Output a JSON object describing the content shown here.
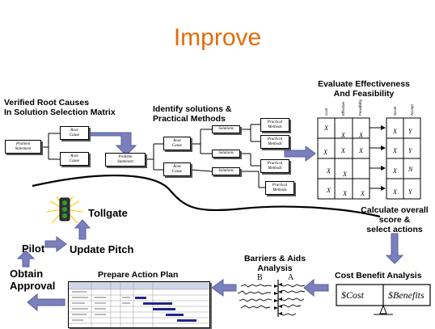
{
  "title": "Improve",
  "steps": {
    "verified": "Verified Root Causes\nIn Solution Selection Matrix",
    "identify": "Identify solutions &\nPractical Methods",
    "evaluate": "Evaluate Effectiveness\nAnd Feasibility",
    "calculate": "Calculate overall\nscore &\nselect actions",
    "cost_benefit": "Cost Benefit Analysis",
    "barriers": "Barriers & Aids\nAnalysis",
    "action_plan": "Prepare Action Plan",
    "obtain": "Obtain\nApproval",
    "pilot": "Pilot",
    "update": "Update Pitch",
    "tollgate": "Tollgate"
  },
  "boxes": {
    "problem_statement": "Problem\nStatement",
    "root_cause": "Root\nCause",
    "solutions": "Solutions",
    "practical_methods": "Practical\nMethods"
  },
  "matrix": {
    "columns": [
      "Cost",
      "Effective",
      "Feasibility"
    ],
    "rows": [
      [
        "X",
        "X",
        "X"
      ],
      [
        "X",
        "X",
        "X"
      ],
      [
        "X",
        "X",
        ""
      ],
      [
        "X",
        "X",
        "X"
      ]
    ],
    "score_columns": [
      "Score",
      "Accept"
    ],
    "score_rows": [
      [
        "X",
        "Y"
      ],
      [
        "X",
        "Y"
      ],
      [
        "X",
        "N"
      ],
      [
        "X",
        "Y"
      ]
    ]
  },
  "barriers_labels": {
    "b": "B",
    "a": "A"
  },
  "cost": {
    "left": "$Cost",
    "right": "$Benefits"
  },
  "colors": {
    "title": "#e36c0a",
    "arrow": "#7b7fbd",
    "arrow_edge": "#5b5f9a"
  }
}
